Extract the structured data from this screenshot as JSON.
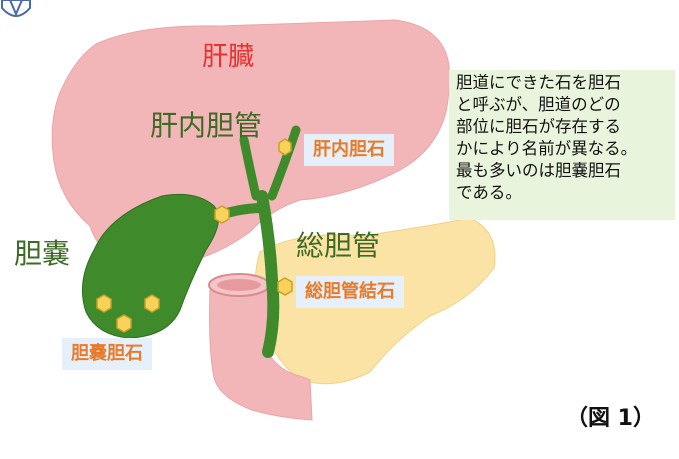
{
  "labels": {
    "liver": "肝臓",
    "intrahepatic_duct": "肝内胆管",
    "common_bile_duct": "総胆管",
    "gallbladder": "胆嚢"
  },
  "stone_labels": {
    "intrahepatic": "肝内胆石",
    "common_duct": "総胆管結石",
    "gallbladder": "胆嚢胆石"
  },
  "note_lines": [
    "胆道にできた石を胆石",
    "と呼ぶが、胆道のどの",
    "部位に胆石が存在する",
    "かにより名前が異なる。",
    "最も多いのは胆嚢胆石",
    "である。"
  ],
  "figure_label": "（図 1）",
  "colors": {
    "liver": "#f2b6b8",
    "liver_label": "#e8322f",
    "duct_green": "#3f8a2a",
    "pancreas": "#fbe3a6",
    "stone": "#f8d25a",
    "stone_label": "#e87a2a",
    "stone_label_bg": "#e6f0fa",
    "note_bg": "#e9f4dc"
  },
  "logo_icon": "doctor-coat-icon"
}
